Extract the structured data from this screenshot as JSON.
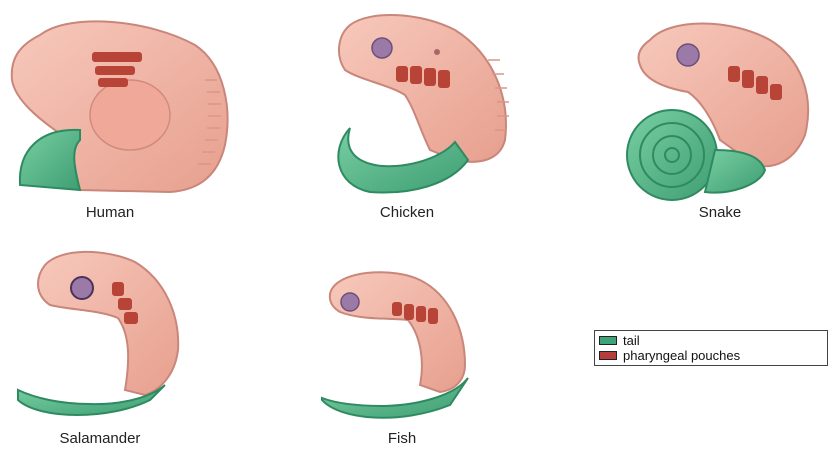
{
  "labels": {
    "human": "Human",
    "chicken": "Chicken",
    "snake": "Snake",
    "salamander": "Salamander",
    "fish": "Fish"
  },
  "legend": {
    "items": [
      {
        "label": "tail",
        "color": "#3fa37a"
      },
      {
        "label": "pharyngeal pouches",
        "color": "#b83c3a"
      }
    ]
  },
  "colors": {
    "body": "#f1b3a4",
    "body_edge": "#c9867a",
    "tail": "#5bbf90",
    "tail_edge": "#2f8a61",
    "pouch": "#b84438",
    "eye": "#8a6a9a"
  }
}
